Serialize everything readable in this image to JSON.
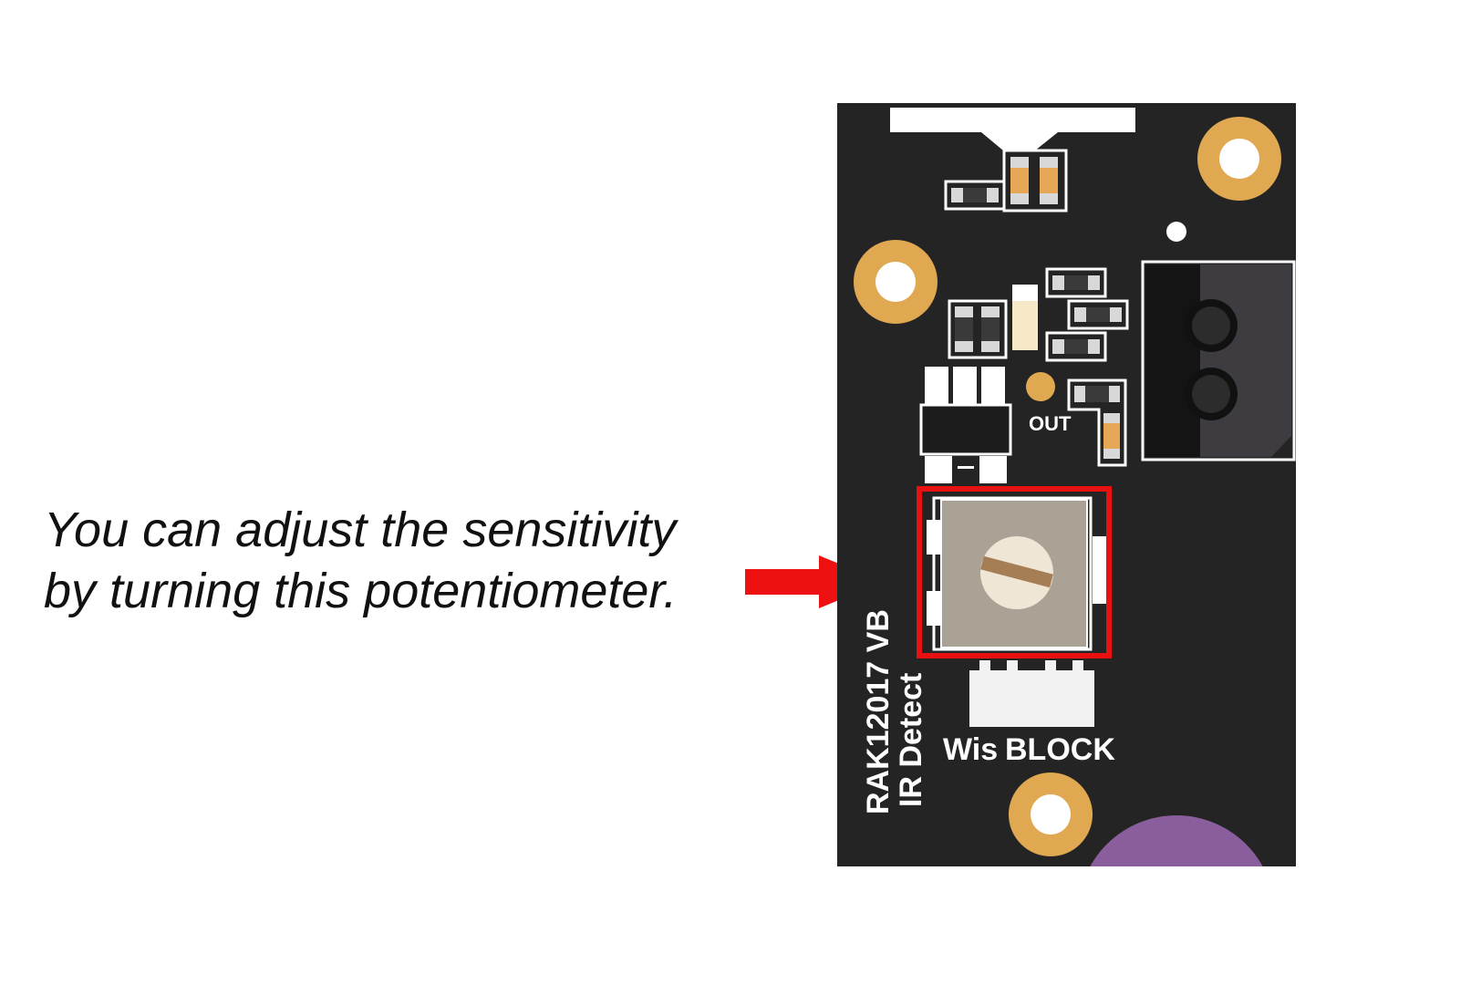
{
  "caption": {
    "line1": "You can adjust the sensitivity",
    "line2": "by turning this potentiometer."
  },
  "board": {
    "label_out": "OUT",
    "label_model": "RAK12017 VB",
    "label_function": "IR Detect",
    "logo_wis": "Wis",
    "logo_block": "BLOCK"
  },
  "colors": {
    "pcb": "#242424",
    "pad_gold": "#e0a850",
    "highlight": "#e81010",
    "arrow": "#ee1111",
    "potentiometer": "#aaa294",
    "purple_mark": "#8a5e9c"
  },
  "icons": {
    "arrow": "right-arrow-icon",
    "potentiometer": "potentiometer-icon"
  }
}
